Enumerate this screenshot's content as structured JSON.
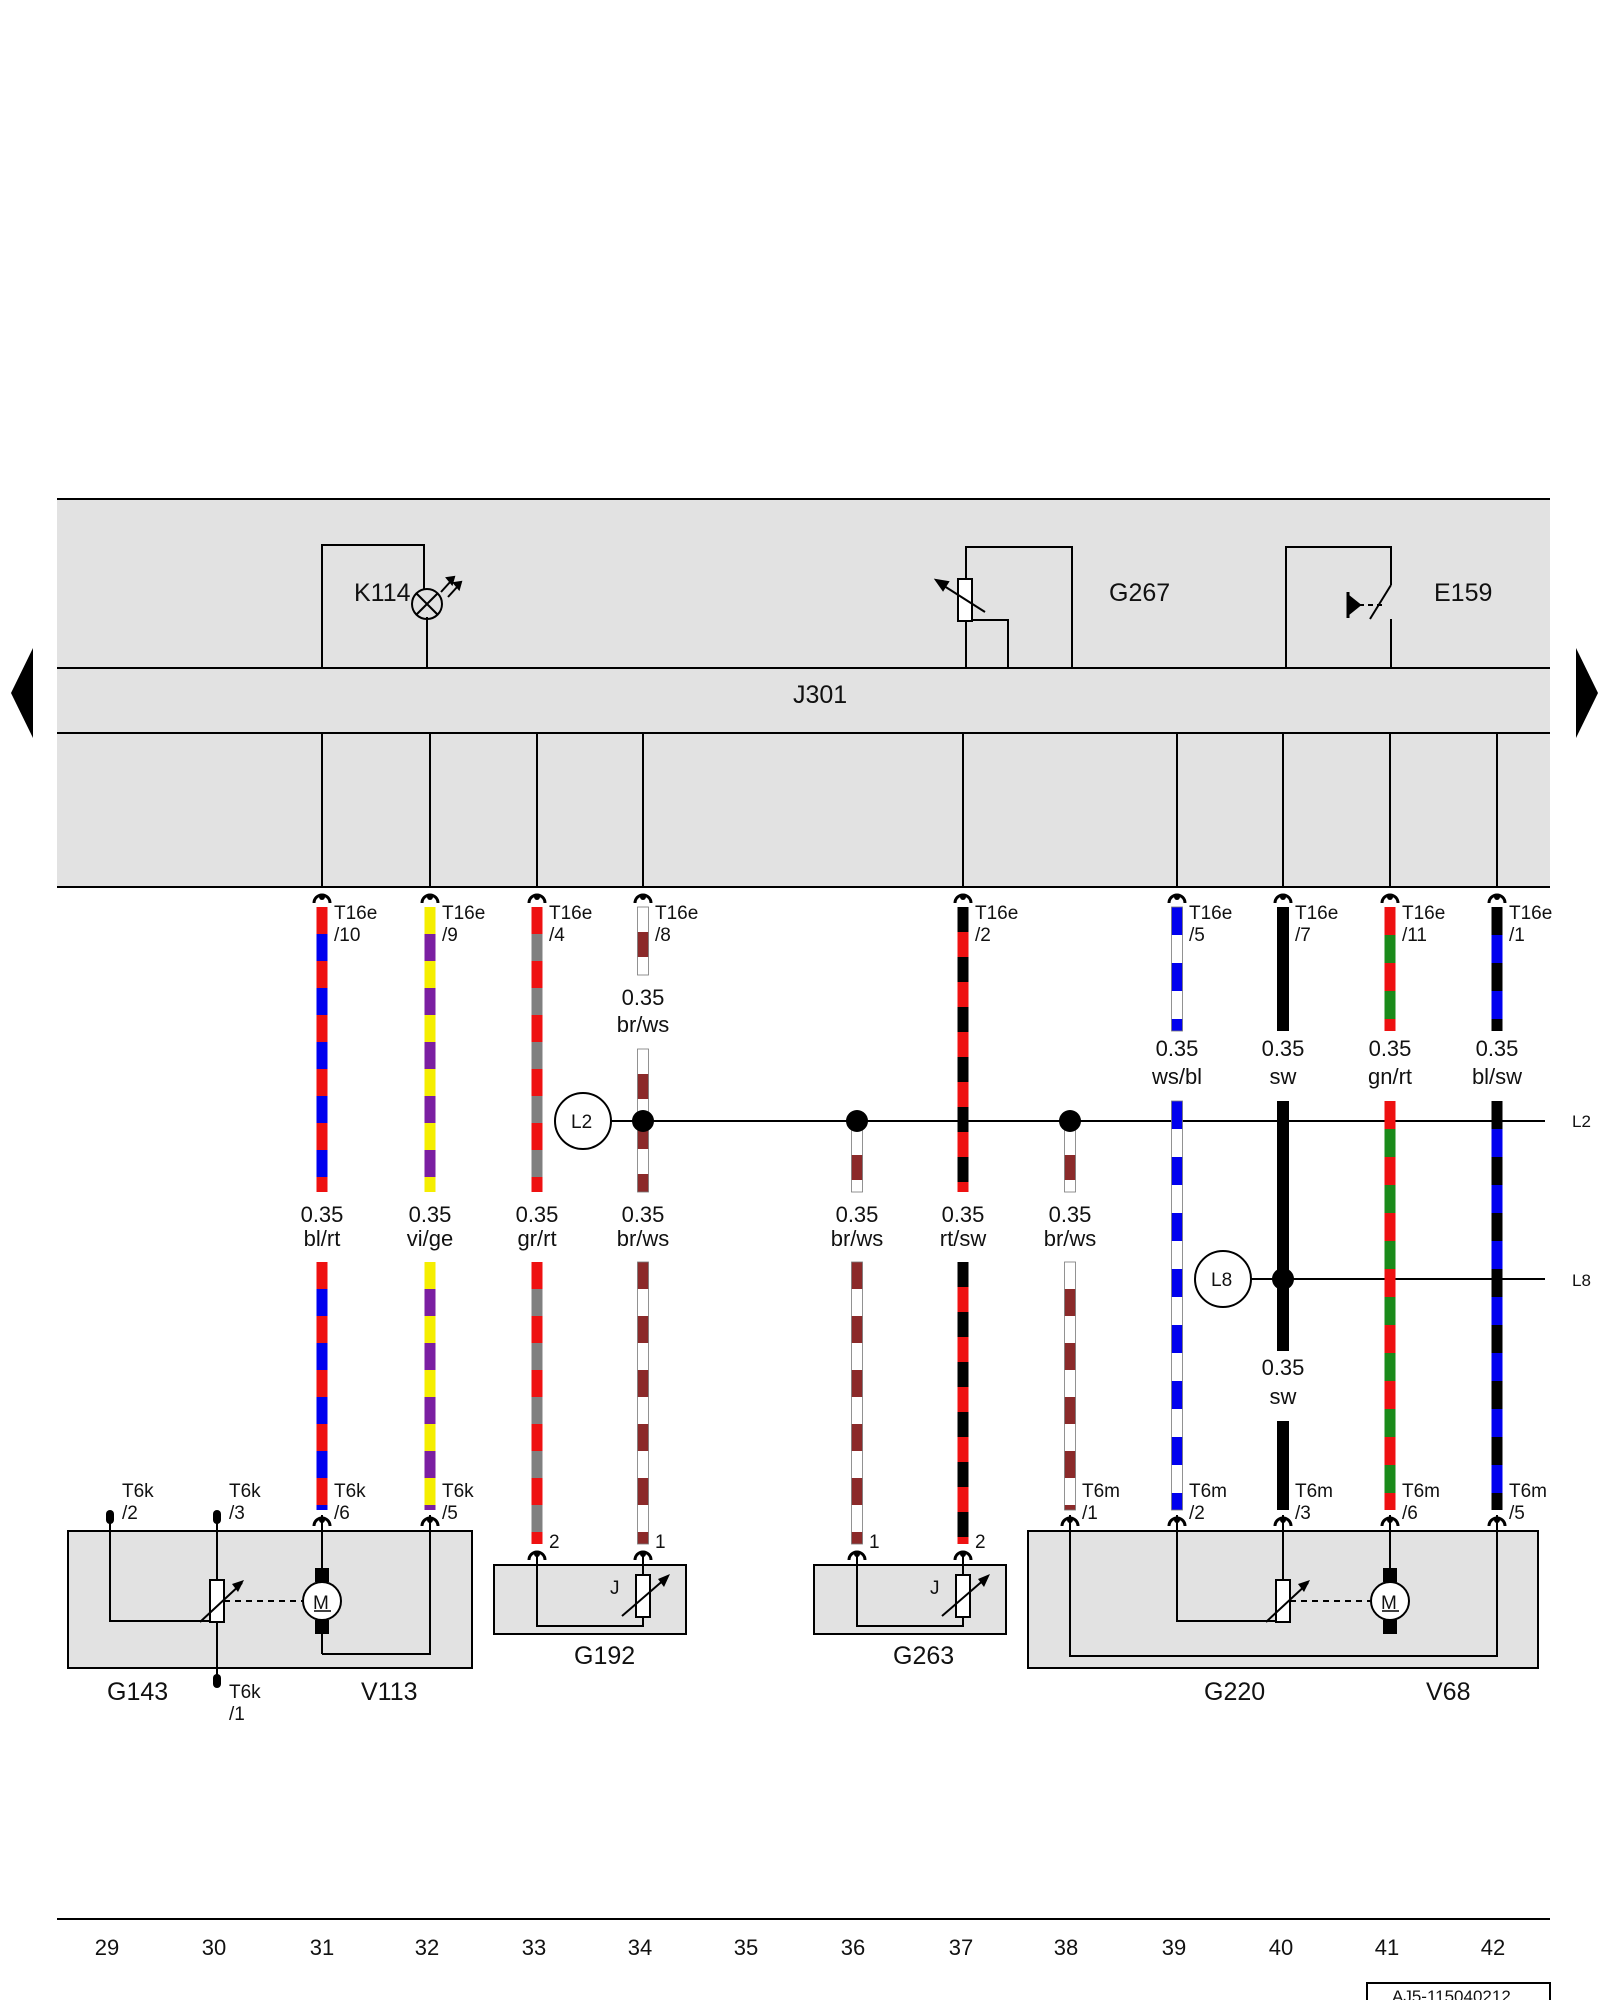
{
  "unit_label": "J301",
  "ref_code": "AJ5-115040212",
  "column_numbers": [
    "29",
    "30",
    "31",
    "32",
    "33",
    "34",
    "35",
    "36",
    "37",
    "38",
    "39",
    "40",
    "41",
    "42"
  ],
  "top_components": {
    "k114": "K114",
    "g267": "G267",
    "e159": "E159"
  },
  "bottom_components": {
    "g143": "G143",
    "v113": "V113",
    "g192": "G192",
    "g263": "G263",
    "g220": "G220",
    "v68": "V68"
  },
  "nodes": {
    "l2": "L2",
    "l8": "L8",
    "l2_edge": "L2",
    "l8_edge": "L8"
  },
  "meter_symbol": "J",
  "motor_symbol": "M",
  "colors": {
    "bl": "#0000ee",
    "rt": "#ee1111",
    "vi": "#7b1fa2",
    "ge": "#f5ee00",
    "gr": "#808080",
    "br": "#8b2a2a",
    "ws": "#ffffff",
    "sw": "#000000",
    "gn": "#1a8a1a",
    "panel": "#e2e2e2"
  },
  "wires": [
    {
      "id": "w31",
      "top_pin": "T16e",
      "top_pin_sub": "/10",
      "upper_size": "",
      "upper_color": "",
      "lower_size": "0.35",
      "lower_color": "bl/rt",
      "bottom_pin": "T6k",
      "bottom_pin_sub": "/6"
    },
    {
      "id": "w32",
      "top_pin": "T16e",
      "top_pin_sub": "/9",
      "upper_size": "",
      "upper_color": "",
      "lower_size": "0.35",
      "lower_color": "vi/ge",
      "bottom_pin": "T6k",
      "bottom_pin_sub": "/5"
    },
    {
      "id": "w33",
      "top_pin": "T16e",
      "top_pin_sub": "/4",
      "upper_size": "",
      "upper_color": "",
      "lower_size": "0.35",
      "lower_color": "gr/rt",
      "bottom_pin": "",
      "bottom_pin_sub": "2"
    },
    {
      "id": "w34",
      "top_pin": "T16e",
      "top_pin_sub": "/8",
      "upper_size": "0.35",
      "upper_color": "br/ws",
      "lower_size": "0.35",
      "lower_color": "br/ws",
      "bottom_pin": "",
      "bottom_pin_sub": "1"
    },
    {
      "id": "w36",
      "top_pin": "",
      "top_pin_sub": "",
      "upper_size": "",
      "upper_color": "",
      "lower_size": "0.35",
      "lower_color": "br/ws",
      "bottom_pin": "",
      "bottom_pin_sub": "1"
    },
    {
      "id": "w37",
      "top_pin": "T16e",
      "top_pin_sub": "/2",
      "upper_size": "",
      "upper_color": "",
      "lower_size": "0.35",
      "lower_color": "rt/sw",
      "bottom_pin": "",
      "bottom_pin_sub": "2"
    },
    {
      "id": "w38",
      "top_pin": "",
      "top_pin_sub": "",
      "upper_size": "",
      "upper_color": "",
      "lower_size": "0.35",
      "lower_color": "br/ws",
      "bottom_pin": "T6m",
      "bottom_pin_sub": "/1"
    },
    {
      "id": "w39",
      "top_pin": "T16e",
      "top_pin_sub": "/5",
      "upper_size": "0.35",
      "upper_color": "ws/bl",
      "lower_size": "",
      "lower_color": "",
      "bottom_pin": "T6m",
      "bottom_pin_sub": "/2"
    },
    {
      "id": "w40",
      "top_pin": "T16e",
      "top_pin_sub": "/7",
      "upper_size": "0.35",
      "upper_color": "sw",
      "lower_size": "0.35",
      "lower_color": "sw",
      "bottom_pin": "T6m",
      "bottom_pin_sub": "/3"
    },
    {
      "id": "w41",
      "top_pin": "T16e",
      "top_pin_sub": "/11",
      "upper_size": "0.35",
      "upper_color": "gn/rt",
      "lower_size": "",
      "lower_color": "",
      "bottom_pin": "T6m",
      "bottom_pin_sub": "/6"
    },
    {
      "id": "w42",
      "top_pin": "T16e",
      "top_pin_sub": "/1",
      "upper_size": "0.35",
      "upper_color": "bl/sw",
      "lower_size": "",
      "lower_color": "",
      "bottom_pin": "T6m",
      "bottom_pin_sub": "/5"
    }
  ],
  "g143_pins": [
    {
      "pin": "T6k",
      "sub": "/2"
    },
    {
      "pin": "T6k",
      "sub": "/3"
    },
    {
      "pin": "T6k",
      "sub": "/1"
    }
  ]
}
